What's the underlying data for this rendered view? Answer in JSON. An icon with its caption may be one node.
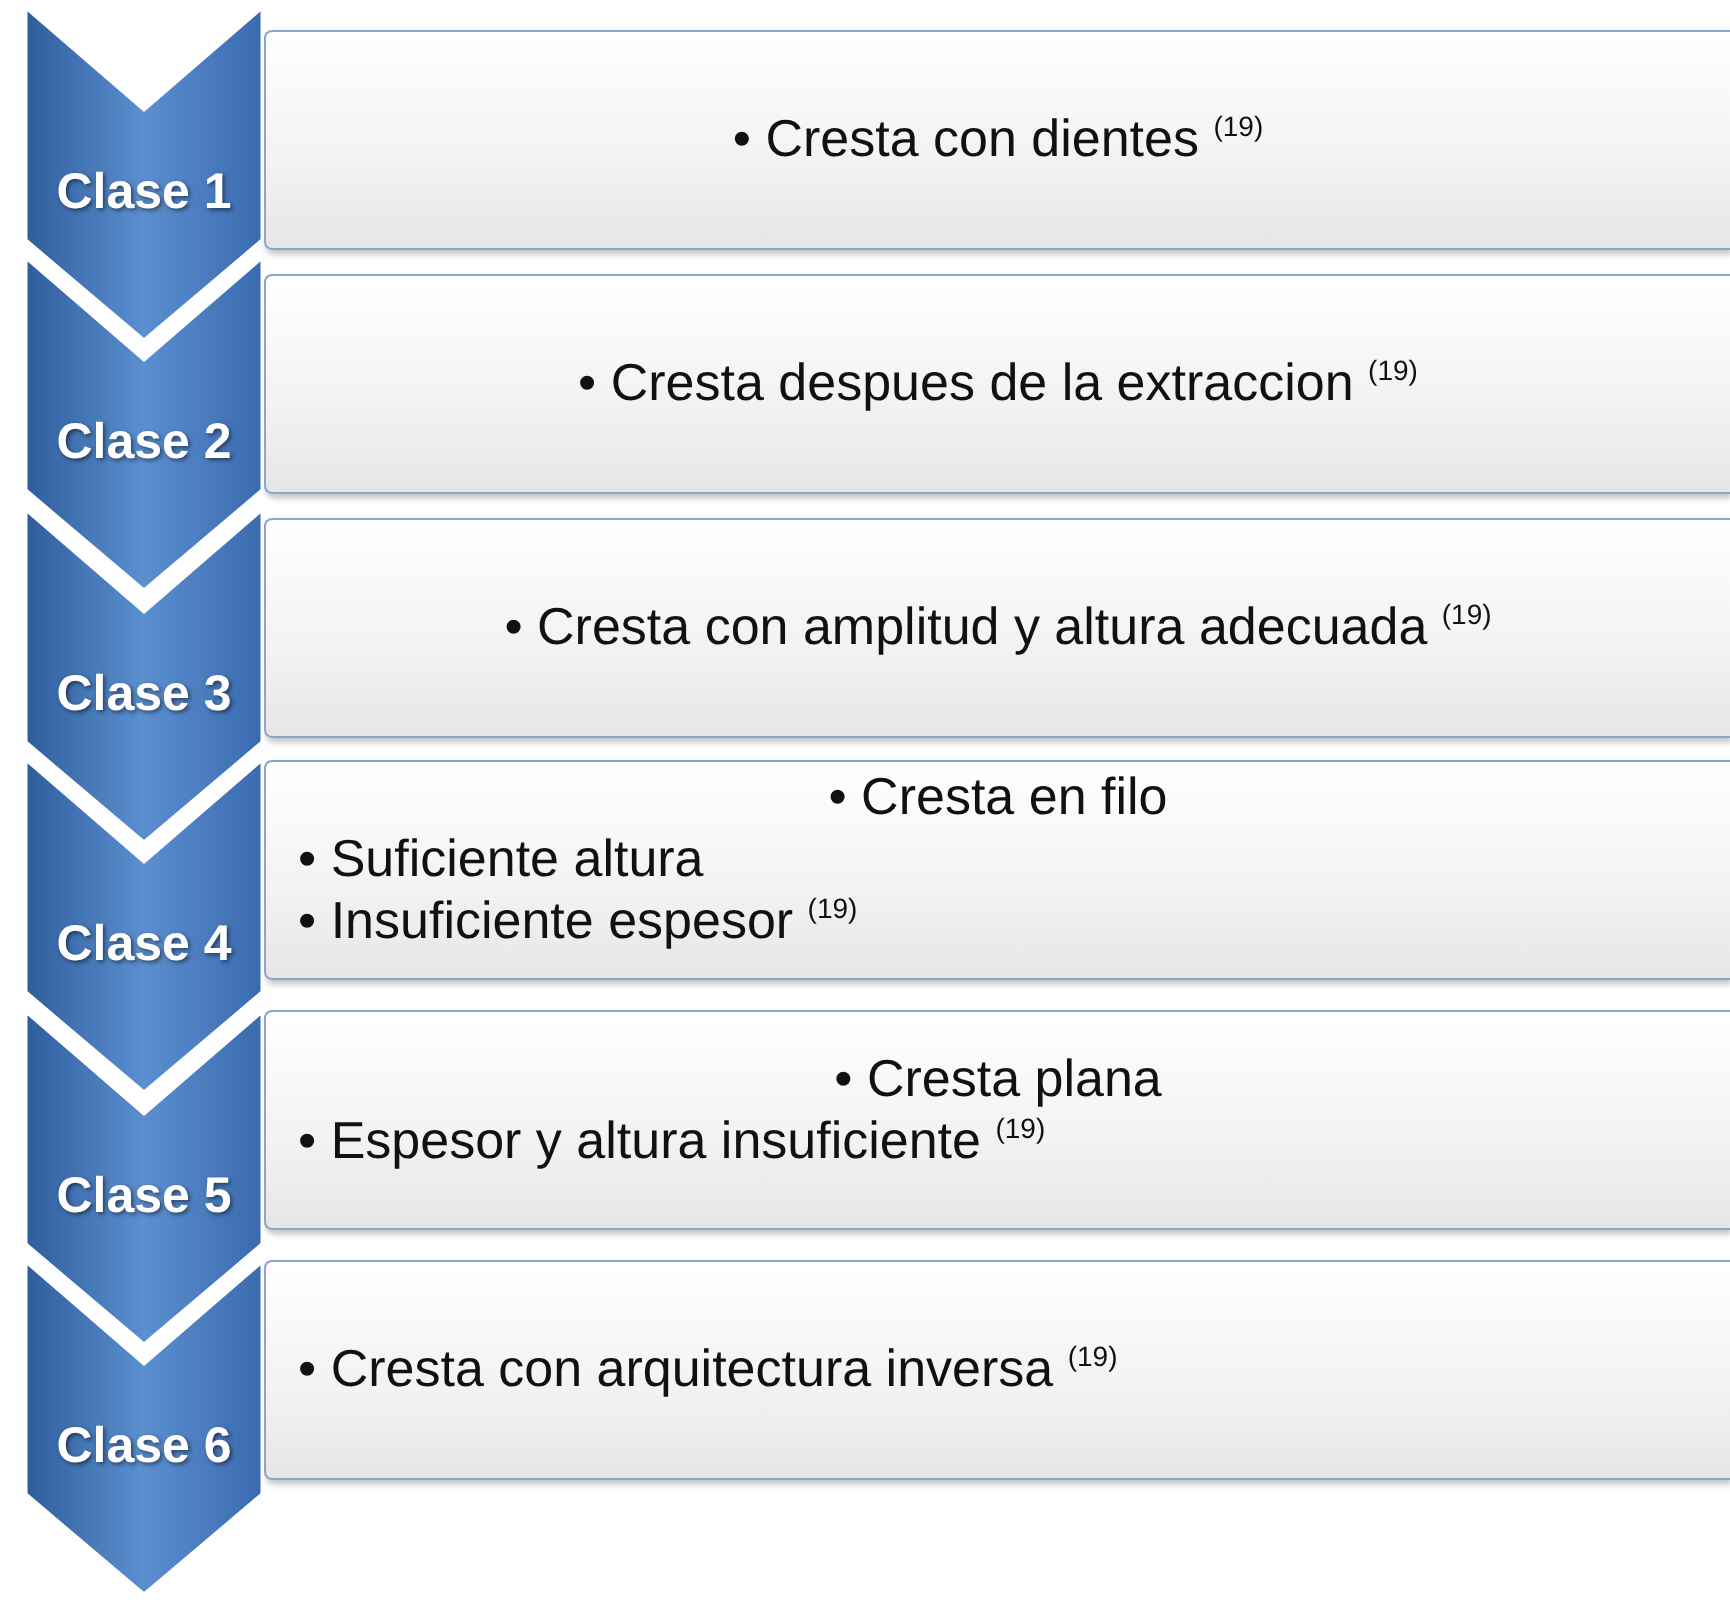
{
  "diagram": {
    "nodes": [
      {
        "text": [
          "Clase 1"
        ]
      },
      {
        "text": [
          "• Cresta con dientes $^{(19)}$"
        ]
      },
      {
        "text": [
          "Clase 2"
        ]
      },
      {
        "text": [
          "• Cresta despues de la extraccion $^{(19)}$"
        ]
      },
      {
        "text": [
          "Clase 3"
        ]
      },
      {
        "text": [
          "• Cresta con amplitud y altura adecuada $^{(19)}$"
        ]
      },
      {
        "text": [
          "Clase 4"
        ]
      },
      {
        "text": [
          "• Cresta en filo",
          "• Suficiente altura",
          "• Insuficiente espesor $^{(19)}$"
        ]
      },
      {
        "text": [
          "Clase 5"
        ]
      },
      {
        "text": [
          "• Cresta plana",
          "• Espesor y altura insuficiente $^{(19)}$"
        ]
      },
      {
        "text": [
          "Clase 6"
        ]
      },
      {
        "text": [
          "• Cresta con arquitectura inversa $^{(19)}$"
        ]
      }
    ]
  }
}
